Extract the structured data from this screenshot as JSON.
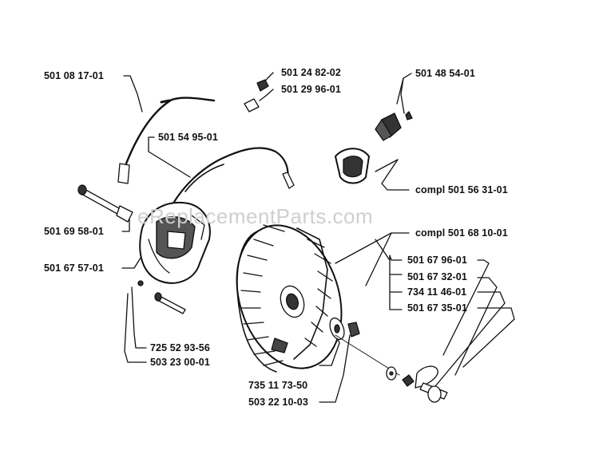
{
  "watermark": "eReplacementParts.com",
  "labels": {
    "l01": "501 08 17-01",
    "l02": "501 24 82-02",
    "l03": "501 29 96-01",
    "l04": "501 48 54-01",
    "l05": "501 54 95-01",
    "l06": "compl 501 56 31-01",
    "l07": "compl 501 68 10-01",
    "l08": "501 69 58-01",
    "l09": "501 67 57-01",
    "l10": "501 67 96-01",
    "l11": "501 67 32-01",
    "l12": "734 11 46-01",
    "l13": "501 67 35-01",
    "l14": "725 52 93-56",
    "l15": "503 23 00-01",
    "l16": "735 11 73-50",
    "l17": "503 22 10-03"
  }
}
